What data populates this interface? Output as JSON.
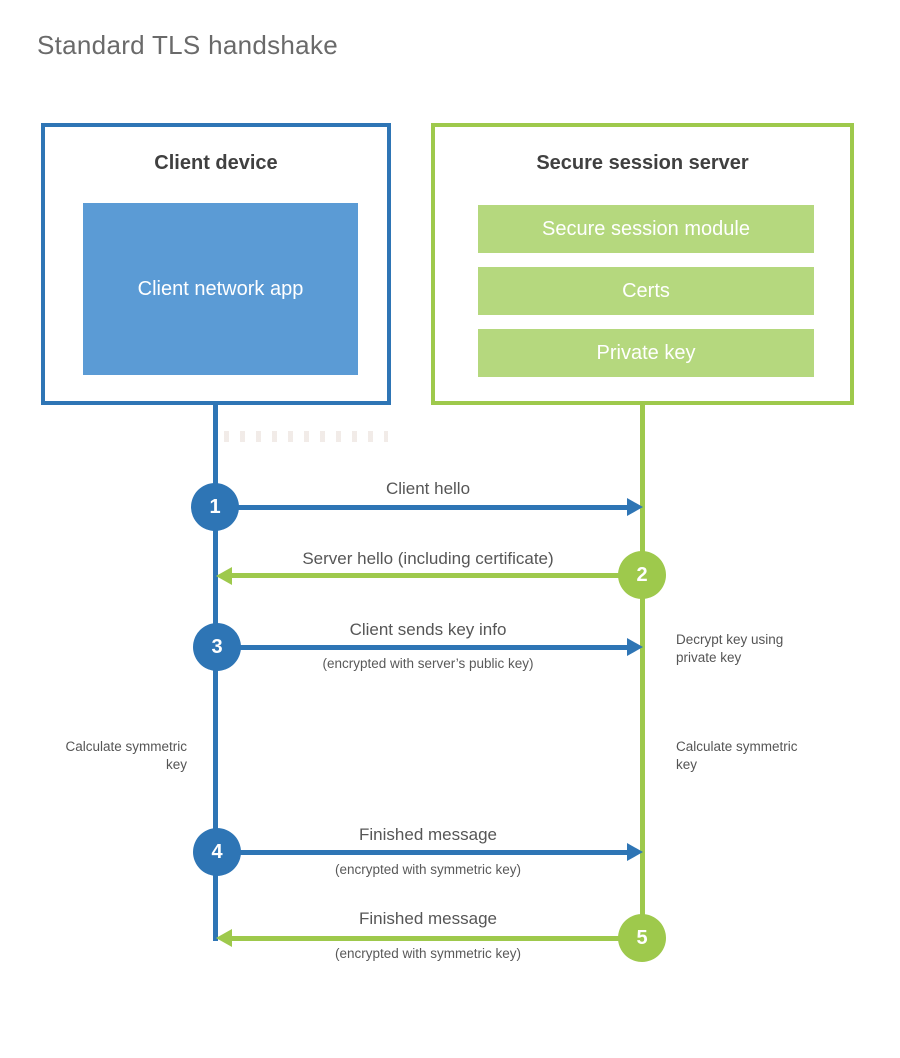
{
  "title": "Standard TLS handshake",
  "client": {
    "title": "Client device",
    "app_label": "Client network app"
  },
  "server": {
    "title": "Secure session server",
    "modules": [
      "Secure session module",
      "Certs",
      "Private key"
    ]
  },
  "steps": [
    {
      "num": "1",
      "label": "Client hello",
      "from": "client",
      "to": "server"
    },
    {
      "num": "2",
      "label": "Server hello (including certificate)",
      "from": "server",
      "to": "client"
    },
    {
      "num": "3",
      "label": "Client sends key info",
      "sub": "(encrypted with server’s public key)",
      "from": "client",
      "to": "server"
    },
    {
      "num": "4",
      "label": "Finished message",
      "sub": "(encrypted with symmetric key)",
      "from": "client",
      "to": "server"
    },
    {
      "num": "5",
      "label": "Finished message",
      "sub": "(encrypted with symmetric key)",
      "from": "server",
      "to": "client"
    }
  ],
  "notes": {
    "decrypt": "Decrypt key using private key",
    "calculate_left": "Calculate symmetric key",
    "calculate_right": "Calculate symmetric key"
  },
  "colors": {
    "blue": "#2e75b5",
    "blue_fill": "#5b9bd5",
    "green": "#9ec94c",
    "green_fill": "#b5d87e"
  }
}
